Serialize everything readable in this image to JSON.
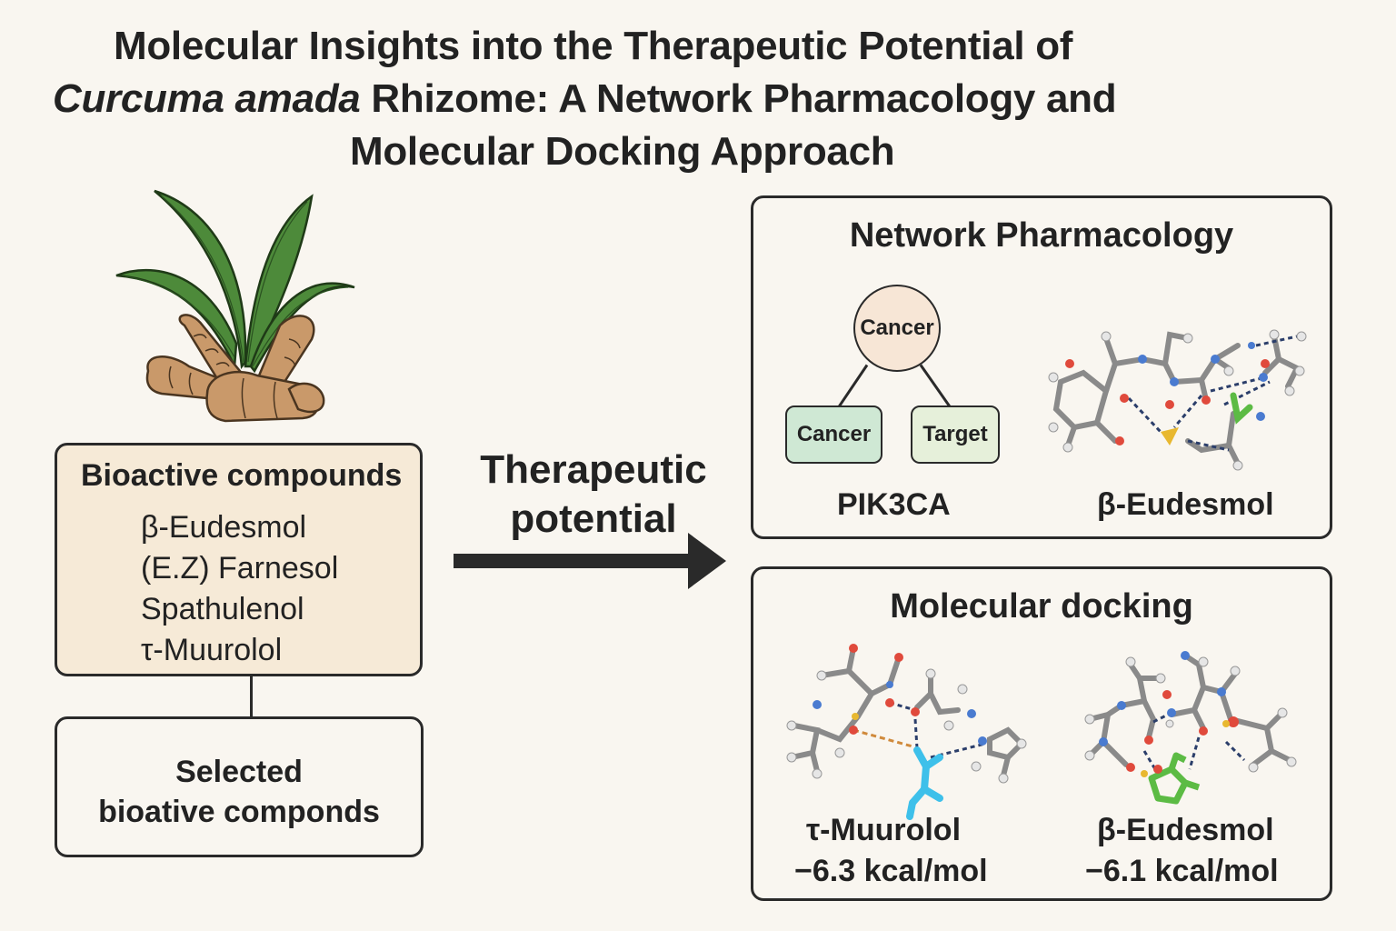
{
  "title": {
    "line1": "Molecular Insights into the Therapeutic Potential of",
    "line2_italic": "Curcuma amada",
    "line2_rest": " Rhizome: A Network Pharmacology and",
    "line3": "Molecular Docking Approach"
  },
  "plant": {
    "icon": "curcuma-rhizome-plant-illustration",
    "colors": {
      "leaf": "#4d8a3a",
      "rhizome": "#c9996a"
    }
  },
  "bioactive": {
    "heading": "Bioactive compounds",
    "compounds": [
      "β-Eudesmol",
      "(E.Z) Farnesol",
      "Spathulenol",
      "τ-Muurolol"
    ]
  },
  "selected": {
    "line1": "Selected",
    "line2": "bioative componds"
  },
  "therapeutic": {
    "line1": "Therapeutic",
    "line2": "potential"
  },
  "network_pharmacology": {
    "title": "Network Pharmacology",
    "root_node": "Cancer",
    "child_nodes": [
      "Cancer",
      "Target"
    ],
    "target_label": "PIK3CA",
    "compound_label": "β-Eudesmol"
  },
  "molecular_docking": {
    "title": "Molecular docking",
    "results": [
      {
        "compound": "τ-Muurolol",
        "energy": "−6.3 kcal/mol"
      },
      {
        "compound": "β-Eudesmol",
        "energy": "−6.1 kcal/mol"
      }
    ]
  },
  "colors": {
    "background": "#f9f6f0",
    "bioactive_box": "#f6ead7",
    "root_node": "#f7e6d6",
    "cancer_node": "#cfe8d4",
    "target_node": "#e6f0da",
    "carbon": "#9a9a9a",
    "oxygen": "#e04a3c",
    "nitrogen": "#4a7bd0",
    "sulfur": "#e8b830",
    "ligand_cyan": "#3ec0ea",
    "ligand_green": "#5cbb44"
  }
}
